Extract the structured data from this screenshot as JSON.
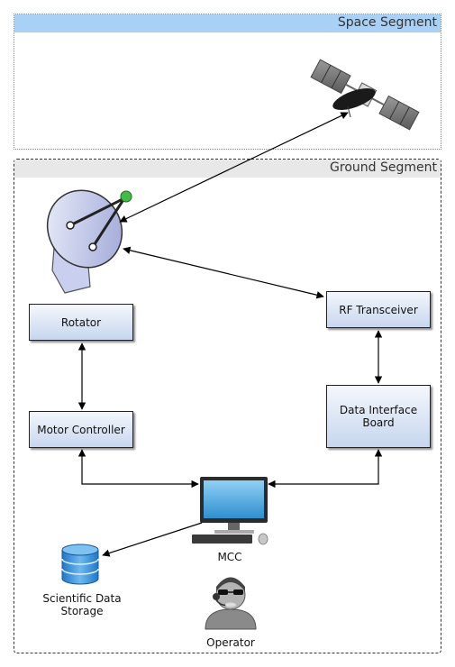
{
  "space_segment": {
    "title": "Space Segment"
  },
  "ground_segment": {
    "title": "Ground Segment"
  },
  "blocks": {
    "rotator": "Rotator",
    "motor_controller": "Motor Controller",
    "rf_transceiver": "RF Transceiver",
    "data_interface_board": "Data Interface\nBoard"
  },
  "labels": {
    "mcc": "MCC",
    "storage": "Scientific Data\nStorage",
    "operator": "Operator"
  },
  "icons": [
    "satellite-icon",
    "antenna-dish-icon",
    "computer-monitor-icon",
    "database-icon",
    "operator-icon"
  ],
  "colors": {
    "space_header": "#a9d0f5",
    "ground_header": "#e8e8e8",
    "box_fill": "#c7d6ee"
  }
}
